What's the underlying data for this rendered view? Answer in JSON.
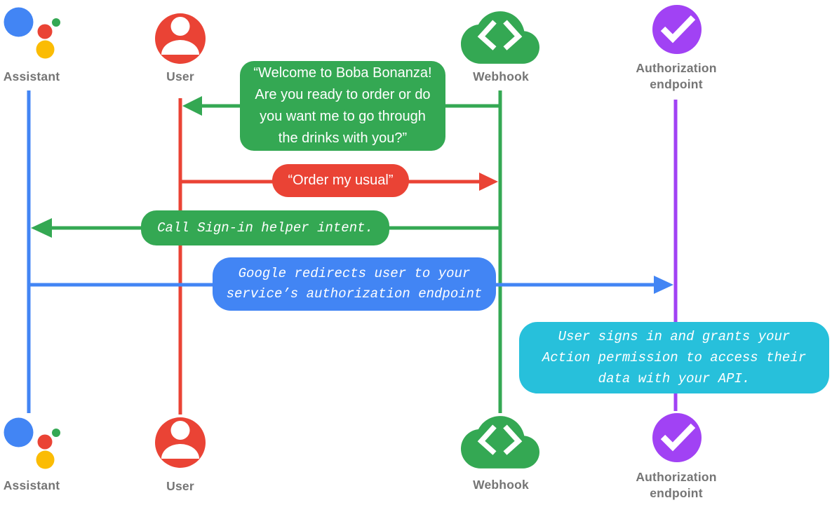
{
  "diagram": {
    "title": "Account linking sign-in sequence diagram",
    "background": "#FFFFFF"
  },
  "palette": {
    "blue": "#4285F4",
    "red": "#EA4335",
    "green": "#34A853",
    "yellow": "#FBBC04",
    "purple": "#A142F4",
    "cyan": "#27C0DB",
    "label_gray": "#757575",
    "bubble_text": "#FFFFFF"
  },
  "actors": {
    "assistant": {
      "label": "Assistant",
      "icon": "google-assistant-icon",
      "lifeline_color": "#4285F4"
    },
    "user": {
      "label": "User",
      "icon": "person-icon",
      "lifeline_color": "#EA4335"
    },
    "webhook": {
      "label": "Webhook",
      "icon": "cloud-code-icon",
      "lifeline_color": "#34A853"
    },
    "auth": {
      "label": "Authorization\nendpoint",
      "icon": "check-circle-icon",
      "lifeline_color": "#A142F4"
    }
  },
  "messages": {
    "welcome": {
      "text": "“Welcome to Boba Bonanza!\nAre you ready to order or do\nyou want me to go through\nthe drinks with you?”",
      "from": "Webhook",
      "to": "User",
      "bubble_color": "#34A853",
      "text_style": "sans"
    },
    "order": {
      "text": "“Order my usual”",
      "from": "User",
      "to": "Webhook",
      "bubble_color": "#EA4335",
      "text_style": "sans"
    },
    "signin": {
      "text": "Call Sign-in helper intent.",
      "from": "Webhook",
      "to": "Assistant",
      "bubble_color": "#34A853",
      "text_style": "mono-italic"
    },
    "redirect": {
      "text": "Google redirects user to your\nservice’s authorization endpoint",
      "from": "Assistant",
      "to": "Authorization endpoint",
      "bubble_color": "#4285F4",
      "text_style": "mono-italic"
    },
    "grant": {
      "text": "User signs in and grants your\nAction permission to access their\ndata with your API.",
      "on": "Authorization endpoint",
      "bubble_color": "#27C0DB",
      "text_style": "mono-italic"
    }
  }
}
